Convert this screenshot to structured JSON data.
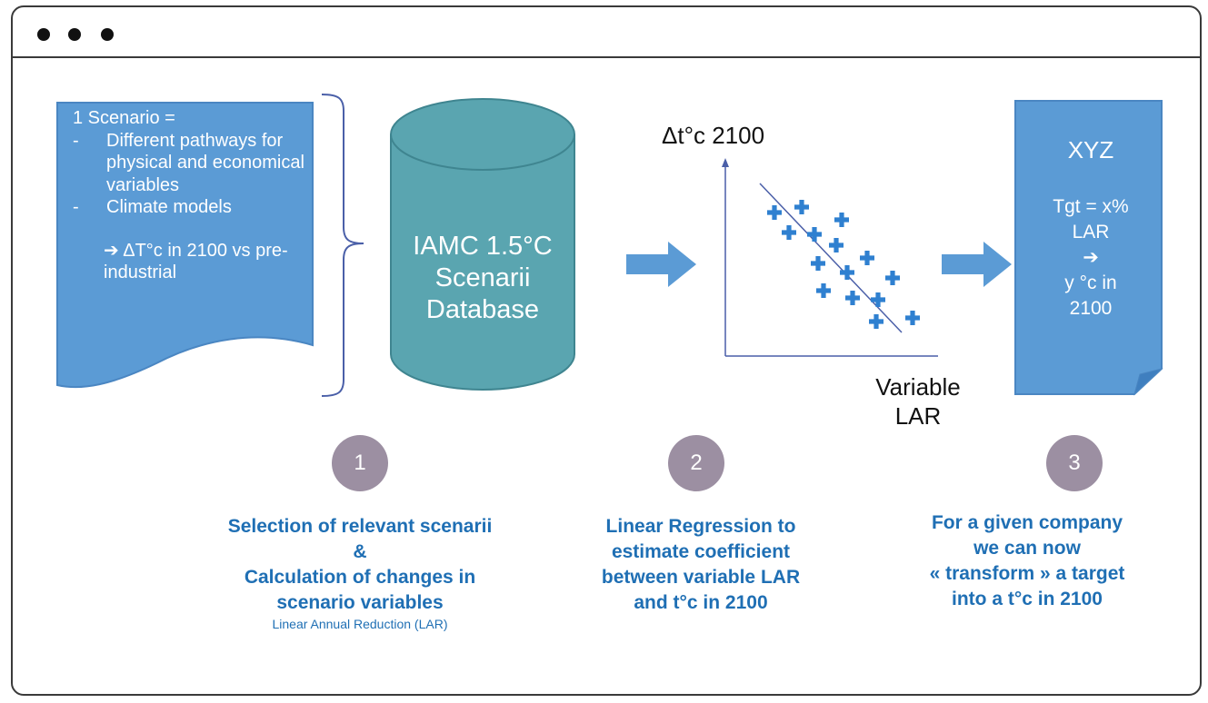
{
  "window": {
    "controls": [
      "dot-1",
      "dot-2",
      "dot-3"
    ]
  },
  "colors": {
    "doc_blue": "#5b9bd5",
    "doc_border": "#4a86c2",
    "cylinder_teal": "#5aa5b0",
    "arrow_blue": "#5b9bd5",
    "badge_purple": "#9c8fa2",
    "step_text_blue": "#1f6fb4",
    "plus_blue": "#2f80d0"
  },
  "scenario_doc": {
    "title": "1 Scenario =",
    "bullets": [
      {
        "dash": "-",
        "text": "Different pathways for physical and economical variables"
      },
      {
        "dash": "-",
        "text": "Climate models"
      }
    ],
    "arrow_icon": "➔",
    "note": "ΔT°c in 2100 vs pre-industrial"
  },
  "database": {
    "label_lines": [
      "IAMC 1.5°C",
      "Scenarii",
      "Database"
    ]
  },
  "scatter": {
    "y_label": "Δt°c 2100",
    "x_label_lines": [
      "Variable",
      "LAR"
    ]
  },
  "result_doc": {
    "title": "XYZ",
    "lines": [
      "Tgt = x%",
      "LAR",
      "➔",
      "y °c in",
      "2100"
    ]
  },
  "steps": [
    {
      "number": "1",
      "lines": [
        "Selection of relevant scenarii",
        "&",
        "Calculation of changes in",
        "scenario variables"
      ],
      "sub": "Linear Annual Reduction (LAR)"
    },
    {
      "number": "2",
      "lines": [
        "Linear Regression to",
        "estimate coefficient",
        "between variable LAR",
        "and t°c in 2100"
      ],
      "sub": ""
    },
    {
      "number": "3",
      "lines": [
        "For a given company",
        "we can now",
        "« transform » a target",
        "into a t°c in 2100"
      ],
      "sub": ""
    }
  ]
}
